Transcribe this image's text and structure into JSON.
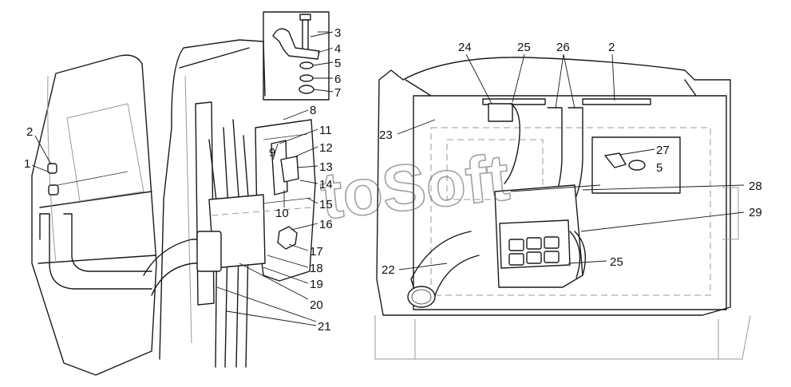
{
  "watermark": "toSoft",
  "callouts": [
    "1",
    "2",
    "3",
    "4",
    "5",
    "6",
    "7",
    "8",
    "9",
    "10",
    "11",
    "12",
    "13",
    "14",
    "15",
    "16",
    "17",
    "18",
    "19",
    "20",
    "21",
    "2",
    "24",
    "25",
    "26",
    "27",
    "5",
    "28",
    "29",
    "25",
    "22",
    "23"
  ]
}
